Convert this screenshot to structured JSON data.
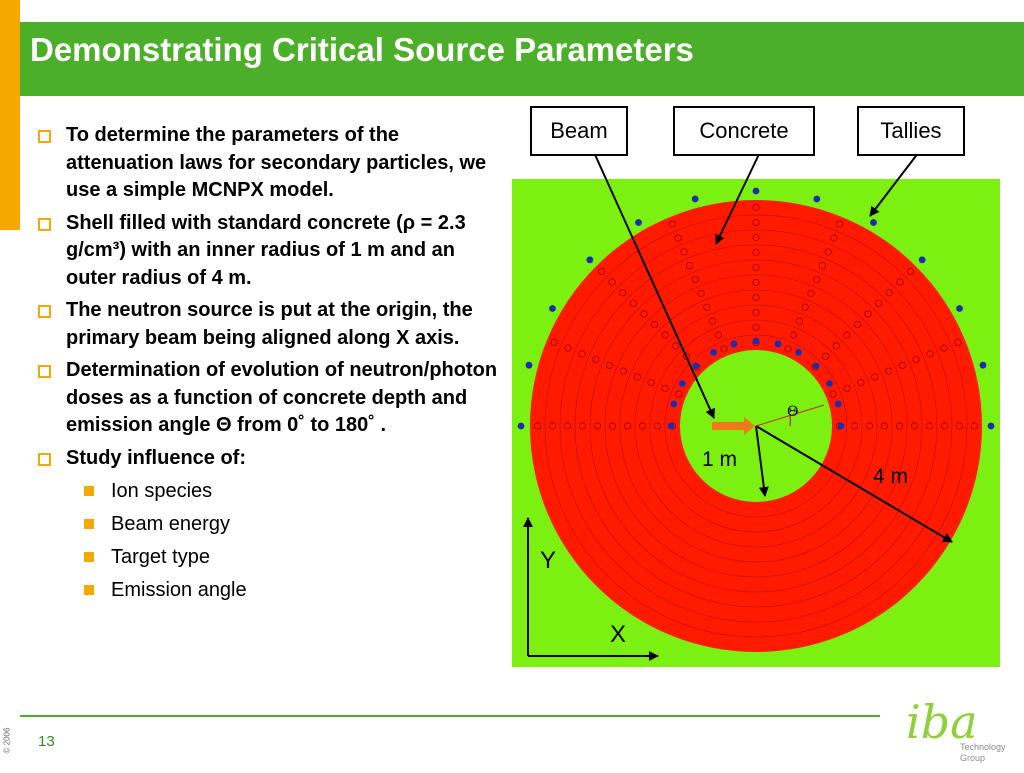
{
  "slide": {
    "title": "Demonstrating Critical Source Parameters",
    "page_number": "13",
    "copyright": "© 2006"
  },
  "bullets": [
    {
      "text": "To determine the parameters of the attenuation laws for secondary particles, we use a simple MCNPX model."
    },
    {
      "text": "Shell filled with standard concrete (ρ = 2.3 g/cm³) with an inner radius of 1 m and an outer radius of 4 m."
    },
    {
      "text": "The neutron source is put at the origin, the primary beam being aligned along X axis."
    },
    {
      "text": "Determination of evolution of neutron/photon doses as a function of concrete depth and emission angle Θ from 0˚ to 180˚ ."
    },
    {
      "text": "Study influence of:"
    }
  ],
  "sub_bullets": [
    {
      "text": "Ion species"
    },
    {
      "text": "Beam energy"
    },
    {
      "text": "Target type"
    },
    {
      "text": "Emission angle"
    }
  ],
  "diagram": {
    "labels": {
      "beam": "Beam",
      "concrete": "Concrete",
      "tallies": "Tallies",
      "inner_radius": "1 m",
      "outer_radius": "4 m",
      "theta": "Θ",
      "axis_y": "Y",
      "axis_x": "X"
    },
    "colors": {
      "background": "#7cf010",
      "concrete": "#ff1a00",
      "tally": "#1a2fb0",
      "beam_arrow": "#f07a1a"
    }
  },
  "logo": {
    "mark": "iba",
    "line1": "Technology",
    "line2": "Group"
  },
  "colors": {
    "title_bar": "#4caf2a",
    "accent_orange": "#f5a800"
  }
}
